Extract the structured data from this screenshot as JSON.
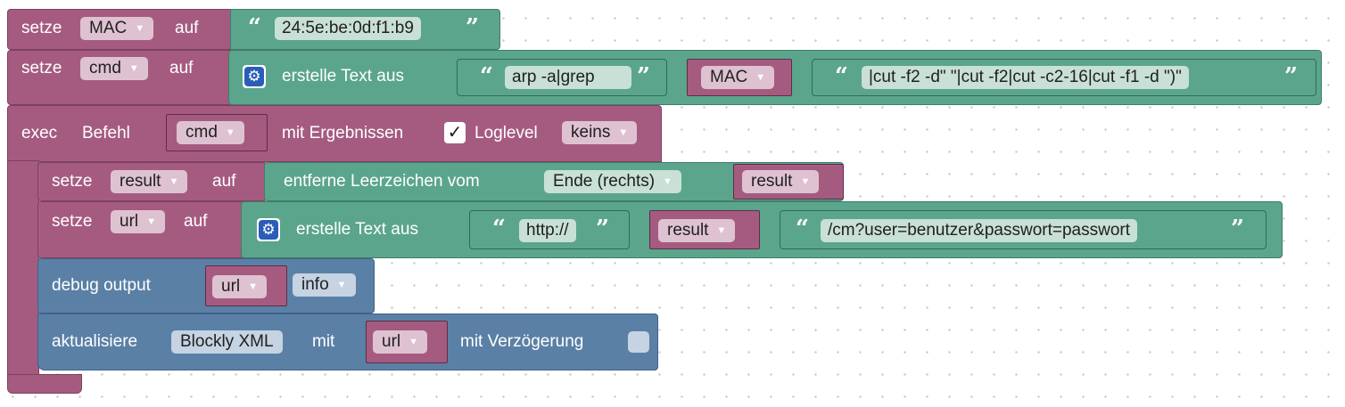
{
  "block_setze_mac": {
    "label_setze": "setze",
    "var": "MAC",
    "label_auf": "auf",
    "value": "24:5e:be:0d:f1:b9"
  },
  "block_setze_cmd": {
    "label_setze": "setze",
    "var": "cmd",
    "label_auf": "auf",
    "join_label": "erstelle Text aus",
    "part1": "arp -a|grep",
    "part2_var": "MAC",
    "part3": "|cut -f2 -d\" \"|cut -f2|cut -c2-16|cut -f1 -d \")\""
  },
  "block_exec": {
    "label_exec": "exec",
    "label_befehl": "Befehl",
    "cmd_var": "cmd",
    "label_mit_ergebnissen": "mit Ergebnissen",
    "checkbox": "✓",
    "label_loglevel": "Loglevel",
    "loglevel": "keins"
  },
  "block_setze_result": {
    "label_setze": "setze",
    "var": "result",
    "label_auf": "auf",
    "trim_label": "entferne Leerzeichen vom",
    "trim_mode": "Ende (rechts)",
    "trim_var": "result"
  },
  "block_setze_url": {
    "label_setze": "setze",
    "var": "url",
    "label_auf": "auf",
    "join_label": "erstelle Text aus",
    "part1": "http://",
    "part2_var": "result",
    "part3": "/cm?user=benutzer&passwort=passwort"
  },
  "block_debug": {
    "label": "debug output",
    "var": "url",
    "level": "info"
  },
  "block_aktualisiere": {
    "label": "aktualisiere",
    "target": "Blockly XML",
    "label_mit": "mit",
    "var": "url",
    "label_delay": "mit Verzögerung"
  },
  "icons": {
    "gear": "⚙",
    "open_quote": "“",
    "close_quote": "”",
    "dropdown_arrow": "▼"
  },
  "colors": {
    "variables": "#a55b80",
    "text": "#5ba58c",
    "system": "#5b80a5",
    "gear_blue": "#2a5db8"
  }
}
